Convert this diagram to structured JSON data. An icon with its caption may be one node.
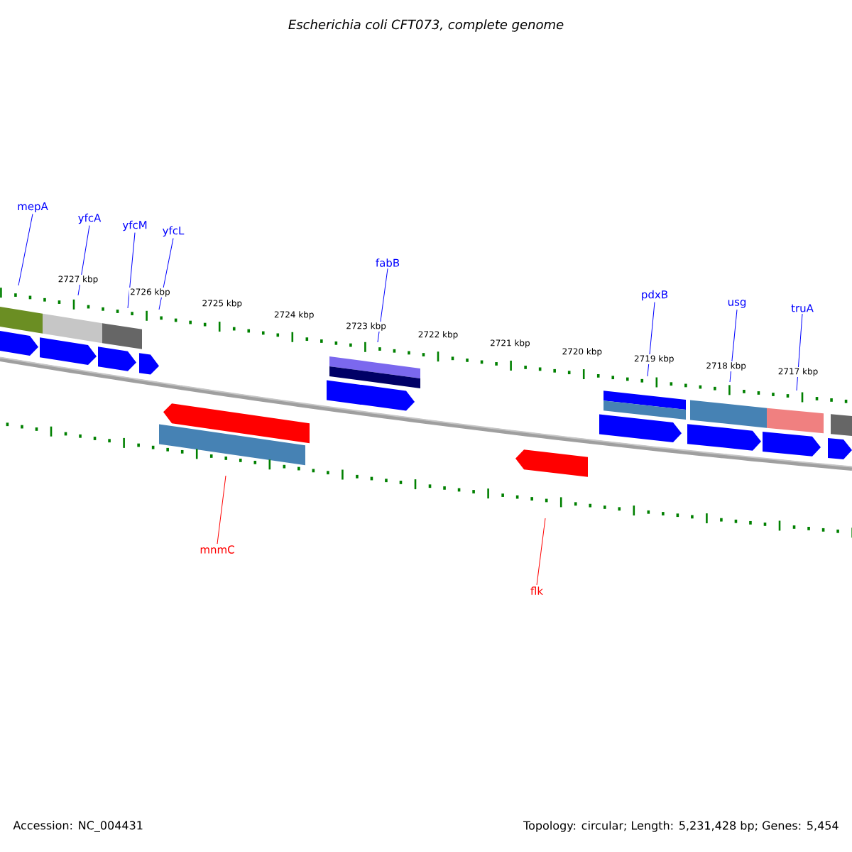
{
  "diagram": {
    "title": "Escherichia coli CFT073, complete genome",
    "nodes": [
      {
        "text": [
          "mepA"
        ]
      },
      {
        "text": [
          "yfcA"
        ]
      },
      {
        "text": [
          "yfcM"
        ]
      },
      {
        "text": [
          "yfcL"
        ]
      },
      {
        "text": [
          "fabB"
        ]
      },
      {
        "text": [
          "pdxB"
        ]
      },
      {
        "text": [
          "usg"
        ]
      },
      {
        "text": [
          "truA"
        ]
      },
      {
        "text": [
          "mnmC"
        ]
      },
      {
        "text": [
          "flk"
        ]
      }
    ],
    "edges": [
      {
        "from": 0,
        "to": null,
        "arrow": "none"
      },
      {
        "from": 1,
        "to": null,
        "arrow": "none"
      },
      {
        "from": 2,
        "to": null,
        "arrow": "none"
      },
      {
        "from": 3,
        "to": null,
        "arrow": "none"
      },
      {
        "from": 4,
        "to": null,
        "arrow": "none"
      },
      {
        "from": 5,
        "to": null,
        "arrow": "none"
      },
      {
        "from": 6,
        "to": null,
        "arrow": "none"
      },
      {
        "from": 7,
        "to": null,
        "arrow": "none"
      },
      {
        "from": 8,
        "to": null,
        "arrow": "none",
        "color": "#ff0000"
      },
      {
        "from": 9,
        "to": null,
        "arrow": "none",
        "color": "#ff0000"
      }
    ],
    "labels": [
      "2727 kbp",
      "2726 kbp",
      "2725 kbp",
      "2724 kbp",
      "2723 kbp",
      "2722 kbp",
      "2721 kbp",
      "2720 kbp",
      "2719 kbp",
      "2718 kbp",
      "2717 kbp",
      "Accession: NC_004431",
      "Topology: circular; Length: 5,231,428 bp; Genes: 5,454"
    ]
  }
}
